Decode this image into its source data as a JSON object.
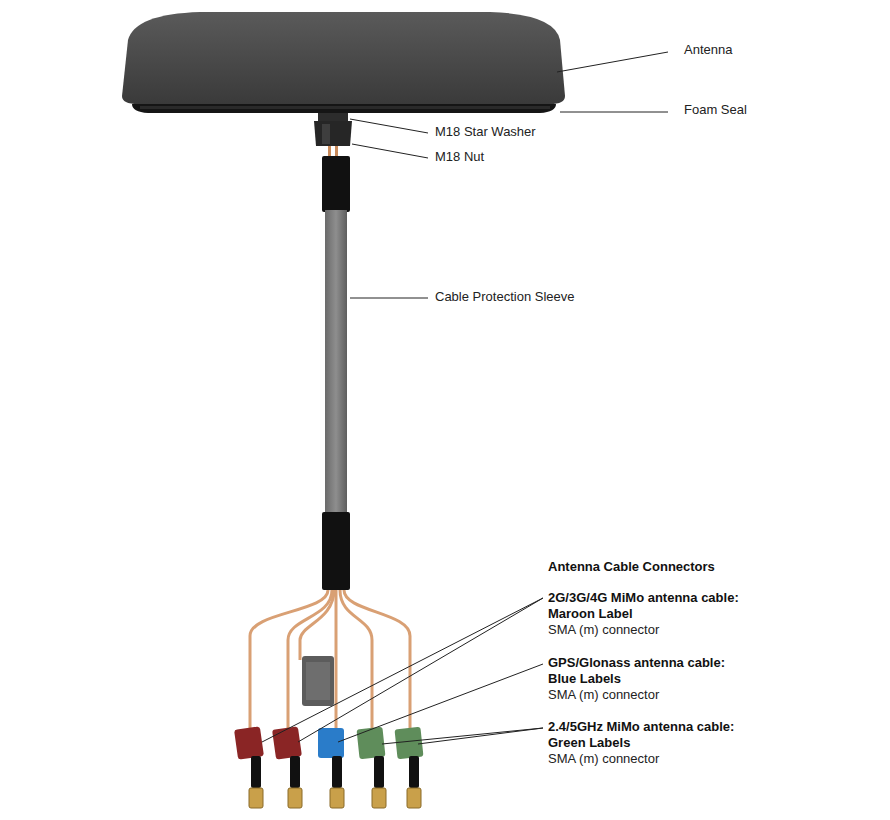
{
  "diagram": {
    "labels": [
      "Antenna",
      "Foam Seal",
      "M18 Star Washer",
      "M18 Nut",
      "Cable Protection Sleeve",
      "Antenna Cable Connectors",
      "2G/3G/4G MiMo antenna cable:",
      "Maroon Label",
      "SMA (m) connector",
      "GPS/Glonass antenna cable:",
      "Blue Labels",
      "SMA (m) connector",
      "2.4/5GHz MiMo antenna cable:",
      "Green Labels",
      "SMA (m) connector"
    ]
  }
}
